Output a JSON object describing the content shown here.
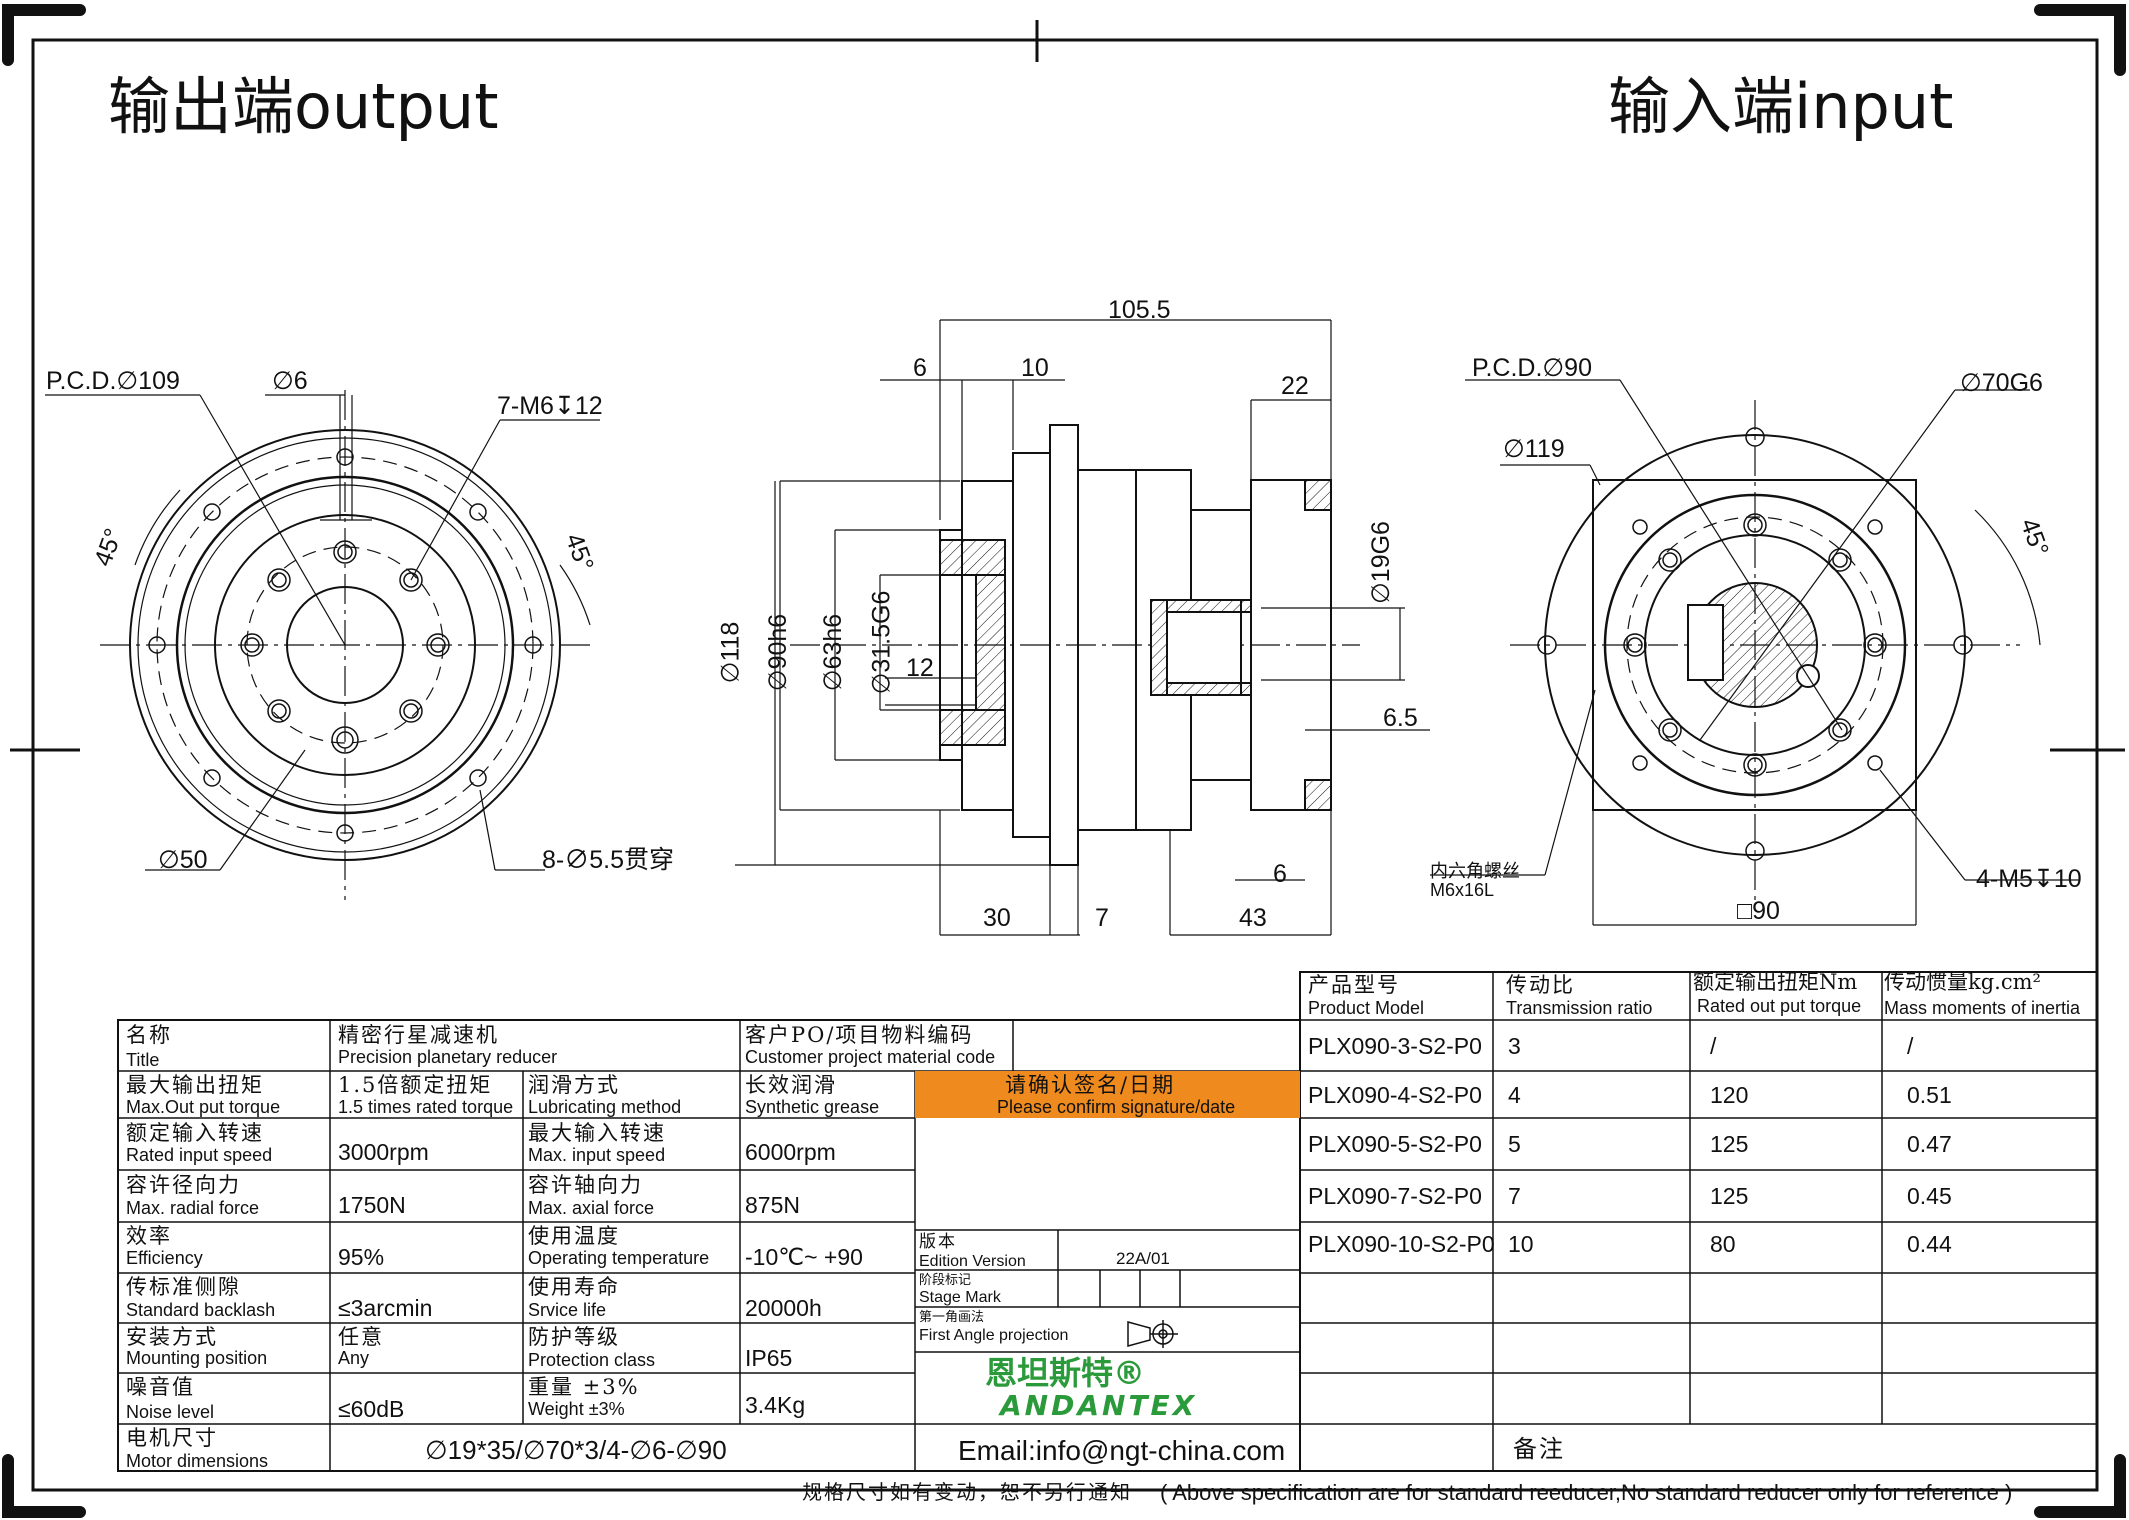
{
  "titles": {
    "output": "输出端output",
    "input": "输入端input"
  },
  "output_view": {
    "pcd": "P.C.D.∅109",
    "hole_small": "∅6",
    "tapped": "7-M6↧12",
    "angle_left": "45°",
    "angle_right": "45°",
    "bore": "∅50",
    "through_holes": "8-∅5.5贯穿"
  },
  "side_view": {
    "length_total": "105.5",
    "d6_top": "6",
    "d10": "10",
    "d22": "22",
    "dia118": "∅118",
    "dia90": "∅90h6",
    "dia63": "∅63h6",
    "dia31": "∅31.5G6",
    "d12": "12",
    "dia19": "∅19G6",
    "d65": "6.5",
    "d6_bottom": "6",
    "d30": "30",
    "d7": "7",
    "d43": "43"
  },
  "input_view": {
    "pcd": "P.C.D.∅90",
    "dia119": "∅119",
    "dia70": "∅70G6",
    "angle": "45°",
    "screw_cn": "内六角螺丝",
    "screw_en": "M6x16L",
    "tapped": "4-M5↧10",
    "square": "□90"
  },
  "spec_table": {
    "rows": [
      {
        "c1_cn": "名称",
        "c1_en": "Title",
        "c2_cn": "精密行星减速机",
        "c2_en": "Precision planetary reducer",
        "c3_cn": "客户PO/项目物料编码",
        "c3_en": "Customer project material code"
      },
      {
        "c1_cn": "最大输出扭矩",
        "c1_en": "Max.Out put torque",
        "c2_cn": "1.5倍额定扭矩",
        "c2_en": "1.5 times rated torque",
        "c3_cn": "润滑方式",
        "c3_en": "Lubricating method",
        "c4_cn": "长效润滑",
        "c4_en": "Synthetic grease"
      },
      {
        "c1_cn": "额定输入转速",
        "c1_en": "Rated input speed",
        "c2_val": "3000rpm",
        "c3_cn": "最大输入转速",
        "c3_en": "Max. input speed",
        "c4_val": "6000rpm"
      },
      {
        "c1_cn": "容许径向力",
        "c1_en": "Max. radial force",
        "c2_val": "1750N",
        "c3_cn": "容许轴向力",
        "c3_en": "Max. axial force",
        "c4_val": "875N"
      },
      {
        "c1_cn": "效率",
        "c1_en": "Efficiency",
        "c2_val": "95%",
        "c3_cn": "使用温度",
        "c3_en": "Operating temperature",
        "c4_val": "-10℃~ +90"
      },
      {
        "c1_cn": "传标准侧隙",
        "c1_en": "Standard backlash",
        "c2_val": "≤3arcmin",
        "c3_cn": "使用寿命",
        "c3_en": "Srvice life",
        "c4_val": "20000h"
      },
      {
        "c1_cn": "安装方式",
        "c1_en": "Mounting position",
        "c2_cn": "任意",
        "c2_en": "Any",
        "c3_cn": "防护等级",
        "c3_en": "Protection class",
        "c4_val": "IP65"
      },
      {
        "c1_cn": "噪音值",
        "c1_en": "Noise level",
        "c2_val": "≤60dB",
        "c3_cn": "重量 ±3%",
        "c3_en": "Weight ±3%",
        "c4_val": "3.4Kg"
      },
      {
        "c1_cn": "电机尺寸",
        "c1_en": "Motor dimensions",
        "c2_val": "∅19*35/∅70*3/4-∅6-∅90"
      }
    ],
    "confirm_cn": "请确认签名/日期",
    "confirm_en": "Please confirm signature/date",
    "edition_cn": "版本",
    "edition_en": "Edition Version",
    "edition_val": "22A/01",
    "stage_cn": "阶段标记",
    "stage_en": "Stage Mark",
    "projection_cn": "第一角画法",
    "projection_en": "First Angle projection",
    "logo_cn": "恩坦斯特®",
    "logo_en": "ANDANTEX",
    "email": "Email:info@ngt-china.com",
    "remark": "备注"
  },
  "model_table": {
    "headers": [
      {
        "cn": "产品型号",
        "en": "Product Model"
      },
      {
        "cn": "传动比",
        "en": "Transmission ratio"
      },
      {
        "cn": "额定输出扭矩Nm",
        "en": "Rated out put torque"
      },
      {
        "cn": "传动惯量kg.cm²",
        "en": "Mass moments of inertia"
      }
    ],
    "rows": [
      [
        "PLX090-3-S2-P0",
        "3",
        "/",
        "/"
      ],
      [
        "PLX090-4-S2-P0",
        "4",
        "120",
        "0.51"
      ],
      [
        "PLX090-5-S2-P0",
        "5",
        "125",
        "0.47"
      ],
      [
        "PLX090-7-S2-P0",
        "7",
        "125",
        "0.45"
      ],
      [
        "PLX090-10-S2-P0",
        "10",
        "80",
        "0.44"
      ]
    ]
  },
  "footer": {
    "cn": "规格尺寸如有变动，恕不另行通知",
    "en": "( Above specification are for standard reeducer,No standard reducer only for reference )"
  }
}
